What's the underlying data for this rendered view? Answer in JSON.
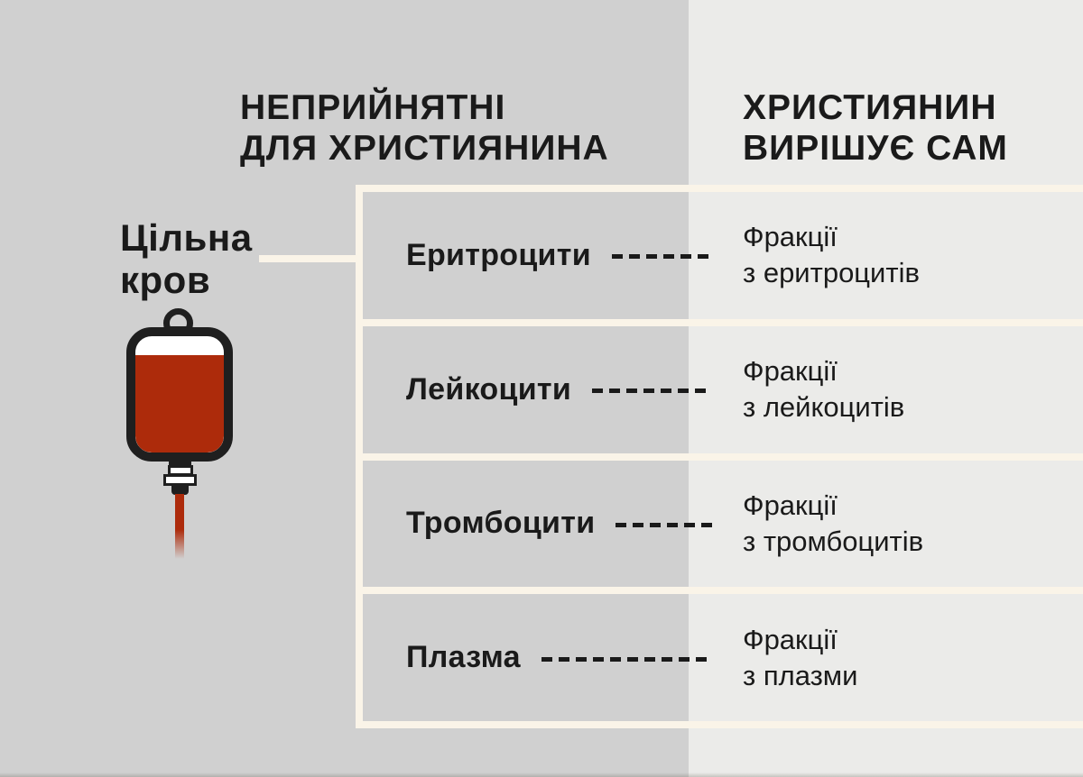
{
  "columns": {
    "unacceptable_header": "НЕПРИЙНЯТНІ\nДЛЯ ХРИСТИЯНИНА",
    "decide_self_header": "ХРИСТИЯНИН\nВИРІШУЄ САМ"
  },
  "whole_blood": {
    "label": "Цільна\nкров"
  },
  "rows": [
    {
      "component": "Еритроцити",
      "fraction": "Фракції\nз еритроцитів"
    },
    {
      "component": "Лейкоцити",
      "fraction": "Фракції\nз лейкоцитів"
    },
    {
      "component": "Тромбоцити",
      "fraction": "Фракції\nз тромбоцитів"
    },
    {
      "component": "Плазма",
      "fraction": "Фракції\nз плазми"
    }
  ],
  "icons": {
    "blood_bag": "blood-bag-icon"
  },
  "colors": {
    "bg_left": "#d0d0d0",
    "bg_right": "#ebebe9",
    "divider_line": "#faf4e8",
    "text": "#1a1a1a",
    "blood": "#ad2b0b",
    "bag_outline": "#1f1f1f"
  }
}
